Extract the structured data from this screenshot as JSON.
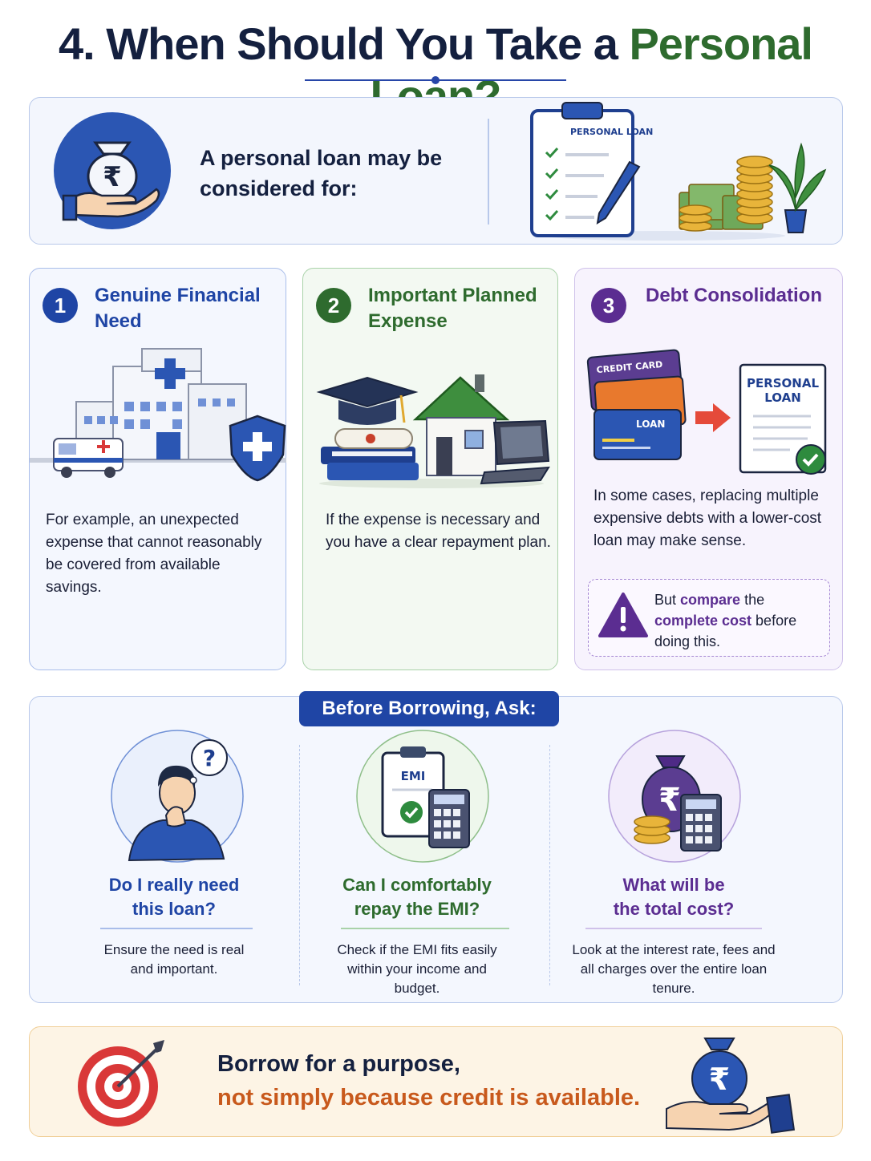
{
  "header": {
    "title_main": "4. When Should You Take a ",
    "title_accent": "Personal Loan?"
  },
  "intro": {
    "text": "A personal loan may be considered for:",
    "clipboard_label": "PERSONAL LOAN",
    "currency_symbol": "₹"
  },
  "cards": [
    {
      "number": "1",
      "title": "Genuine Financial Need",
      "description": "For example, an unexpected expense that cannot reasonably be covered from available savings."
    },
    {
      "number": "2",
      "title": "Important Planned Expense",
      "description": "If the expense is necessary and you have a clear repayment plan."
    },
    {
      "number": "3",
      "title": "Debt Consolidation",
      "description": "In some cases, replacing multiple expensive debts with a lower-cost loan may make sense.",
      "credit_card_label": "CREDIT CARD",
      "loan_card_label": "LOAN",
      "document_label_1": "PERSONAL",
      "document_label_2": "LOAN",
      "warning": {
        "part1": "But ",
        "highlight1": "compare",
        "part2": " the ",
        "highlight2": "complete cost",
        "part3": " before doing this."
      }
    }
  ],
  "ask": {
    "badge": "Before Borrowing, Ask:",
    "questions": [
      {
        "title_line1": "Do I really need",
        "title_line2": "this loan?",
        "description": "Ensure the need is real and important."
      },
      {
        "title_line1": "Can I comfortably",
        "title_line2": "repay the EMI?",
        "description": "Check if the EMI fits easily within your income and budget.",
        "clipboard_label": "EMI"
      },
      {
        "title_line1": "What will be",
        "title_line2": "the total cost?",
        "description": "Look at the interest rate, fees and all charges over the entire loan tenure."
      }
    ]
  },
  "footer": {
    "line1": "Borrow for a purpose,",
    "line2": "not simply because credit is available."
  },
  "colors": {
    "navy": "#14203f",
    "blue": "#1f45a5",
    "green": "#2e6b2e",
    "purple": "#5b2d91",
    "orange": "#c8591c"
  }
}
